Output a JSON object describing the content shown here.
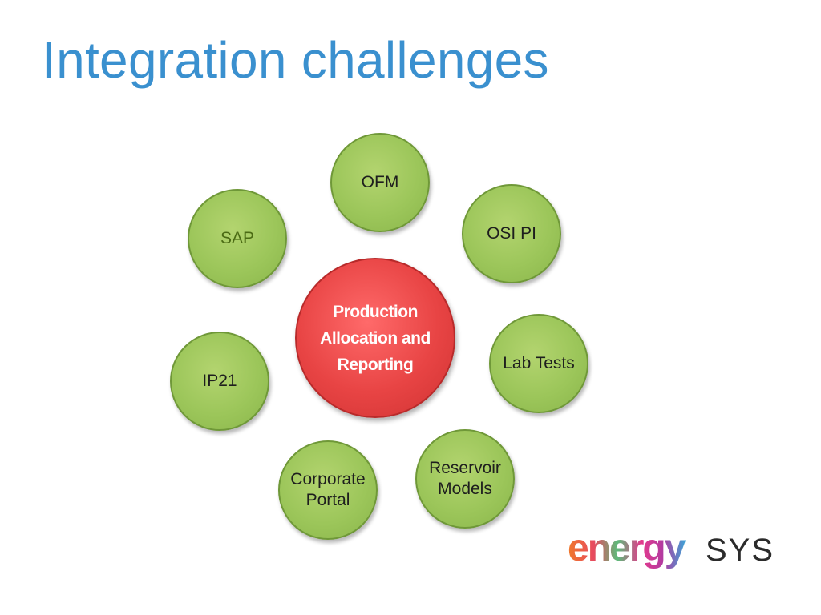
{
  "slide": {
    "title": "Integration challenges"
  },
  "diagram": {
    "center": {
      "label_lines": [
        "Production",
        "Allocation and",
        "Reporting"
      ]
    },
    "nodes": [
      {
        "id": "ofm",
        "label_lines": [
          "OFM"
        ]
      },
      {
        "id": "osi-pi",
        "label_lines": [
          "OSI PI"
        ]
      },
      {
        "id": "lab-tests",
        "label_lines": [
          "Lab Tests"
        ]
      },
      {
        "id": "reservoir-models",
        "label_lines": [
          "Reservoir",
          "Models"
        ]
      },
      {
        "id": "corporate-portal",
        "label_lines": [
          "Corporate",
          "Portal"
        ]
      },
      {
        "id": "ip21",
        "label_lines": [
          "IP21"
        ]
      },
      {
        "id": "sap",
        "label_lines": [
          "SAP"
        ]
      }
    ],
    "colors": {
      "node_fill": "#9cc65a",
      "center_fill": "#e84444",
      "title": "#3a90cf"
    }
  },
  "logo": {
    "text_part1": "energy",
    "text_part2": "SYS"
  }
}
